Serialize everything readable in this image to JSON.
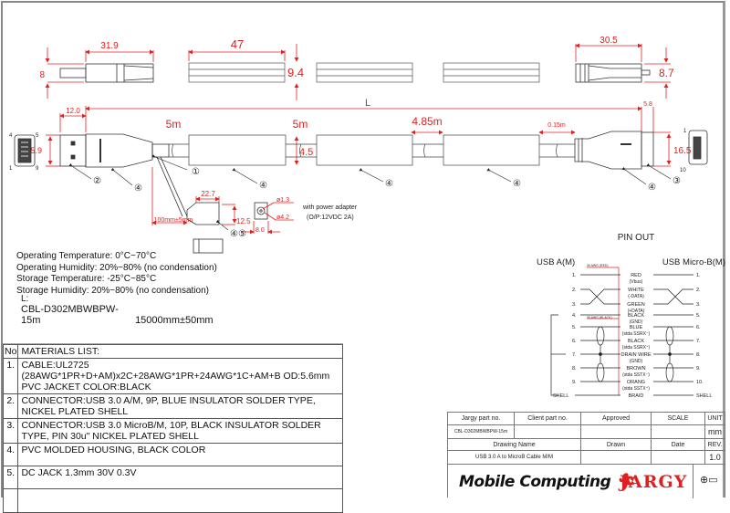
{
  "drawing": {
    "dimensions_top": {
      "usb_a_length": "31.9",
      "usb_a_height": "8",
      "ferrite_length": "47",
      "ferrite_height": "9.4",
      "micro_b_length": "30.5",
      "micro_b_height": "8.7"
    },
    "dimensions_main": {
      "overall_length_label": "L",
      "usb_a_plug_length": "12.0",
      "usb_a_width": "15.9",
      "segment_1": "5m",
      "segment_2": "5m",
      "segment_3": "4.85m",
      "segment_4": "0.15m",
      "cable_od": "4.5",
      "micro_b_plug_length": "5.8",
      "micro_b_width": "16.5"
    },
    "dc_jack": {
      "branch_length": "100mm±5mm",
      "body_length": "22.7",
      "body_height": "12.5",
      "pin_dia": "ø1.3",
      "outer_dia": "ø4.2",
      "face_width": "8.0",
      "note_line1": "with power adapter",
      "note_line2": "(O/P:12VDC 2A)"
    },
    "callouts": [
      "①",
      "②",
      "③",
      "④",
      "④⑤"
    ],
    "usb_a_pins": [
      "4",
      "5",
      "1",
      "9"
    ],
    "micro_b_pins": [
      "1",
      "10"
    ]
  },
  "specs": [
    "Operating Temperature: 0°C~70°C",
    "Operating Humidity: 20%~80% (no condensation)",
    "Storage Temperature: -25°C~85°C",
    "Storage  Humidity: 20%~80% (no condensation)"
  ],
  "length_label": "L:",
  "part_number": "CBL-D302MBWBPW-15m",
  "length_value": "15000mm±50mm",
  "pinout": {
    "title": "PIN OUT",
    "left_header": "USB A(M)",
    "right_header": "USB Micro-B(M)",
    "tag_red": "30 AWG (RED)",
    "tag_black": "30 AWG (BLACK)",
    "rows": [
      {
        "left": "1.",
        "wire": "RED",
        "sub": "(Vbus)",
        "right": "1."
      },
      {
        "left": "2.",
        "wire": "WHITE",
        "sub": "(-DATA)",
        "right": "2."
      },
      {
        "left": "3.",
        "wire": "GREEN",
        "sub": "(+DATA)",
        "right": "3."
      },
      {
        "left": "4.",
        "wire": "BLACK",
        "sub": "(GND)",
        "right": "5."
      },
      {
        "left": "5.",
        "wire": "BLUE",
        "sub": "(stda SSRX⁻)",
        "right": "6."
      },
      {
        "left": "6.",
        "wire": "BLACK",
        "sub": "(stda SSRX⁺)",
        "right": "7."
      },
      {
        "left": "7.",
        "wire": "DRAIN WIRE",
        "sub": "(GND)",
        "right": "8."
      },
      {
        "left": "8.",
        "wire": "BROWN",
        "sub": "(stda SSTX⁻)",
        "right": "9."
      },
      {
        "left": "9.",
        "wire": "ORANG",
        "sub": "(stda SSTX⁺)",
        "right": "10."
      },
      {
        "left": "SHELL",
        "wire": "BRAID",
        "sub": "",
        "right": "SHELL"
      }
    ]
  },
  "materials": {
    "header_no": "No",
    "header_title": "MATERIALS LIST:",
    "items": [
      {
        "no": "1.",
        "text": "CABLE:UL2725 (28AWG*1PR+D+AM)x2C+28AWG*1PR+24AWG*1C+AM+B OD:5.6mm  PVC JACKET COLOR:BLACK"
      },
      {
        "no": "2.",
        "text": "CONNECTOR:USB 3.0 A/M, 9P, BLUE INSULATOR SOLDER TYPE, NICKEL PLATED SHELL"
      },
      {
        "no": "3.",
        "text": "CONNECTOR:USB 3.0 MicroB/M, 10P, BLACK INSULATOR SOLDER TYPE, PIN 30u\" NICKEL PLATED SHELL"
      },
      {
        "no": "4.",
        "text": "PVC MOLDED HOUSING, BLACK COLOR"
      },
      {
        "no": "5.",
        "text": "DC JACK 1.3mm 30V 0.3V"
      },
      {
        "no": "",
        "text": ""
      }
    ]
  },
  "title_block": {
    "h_jargy_part": "Jargy part no.",
    "h_client_part": "Client part no.",
    "h_approved": "Approved",
    "h_scale": "SCALE",
    "h_unit": "UNIT",
    "jargy_part": "CBL-D302MBWBPW-15m",
    "client_part": "",
    "approved": "",
    "scale": "",
    "unit": "mm",
    "h_drawing_name": "Drawing Name",
    "h_drawn": "Drawn",
    "h_date": "Date",
    "h_rev": "REV.",
    "drawing_name": "USB 3.0 A to MicroB Cable M/M",
    "drawn": "",
    "date": "",
    "rev": "1.0"
  },
  "logos": {
    "mobile": "Mobile",
    "computing": "Computing",
    "jargy": "JARGY",
    "projection_symbol": "⊕▭"
  },
  "colors": {
    "dimension": "#e02020",
    "outline": "#222222",
    "brand_red": "#e02020"
  }
}
